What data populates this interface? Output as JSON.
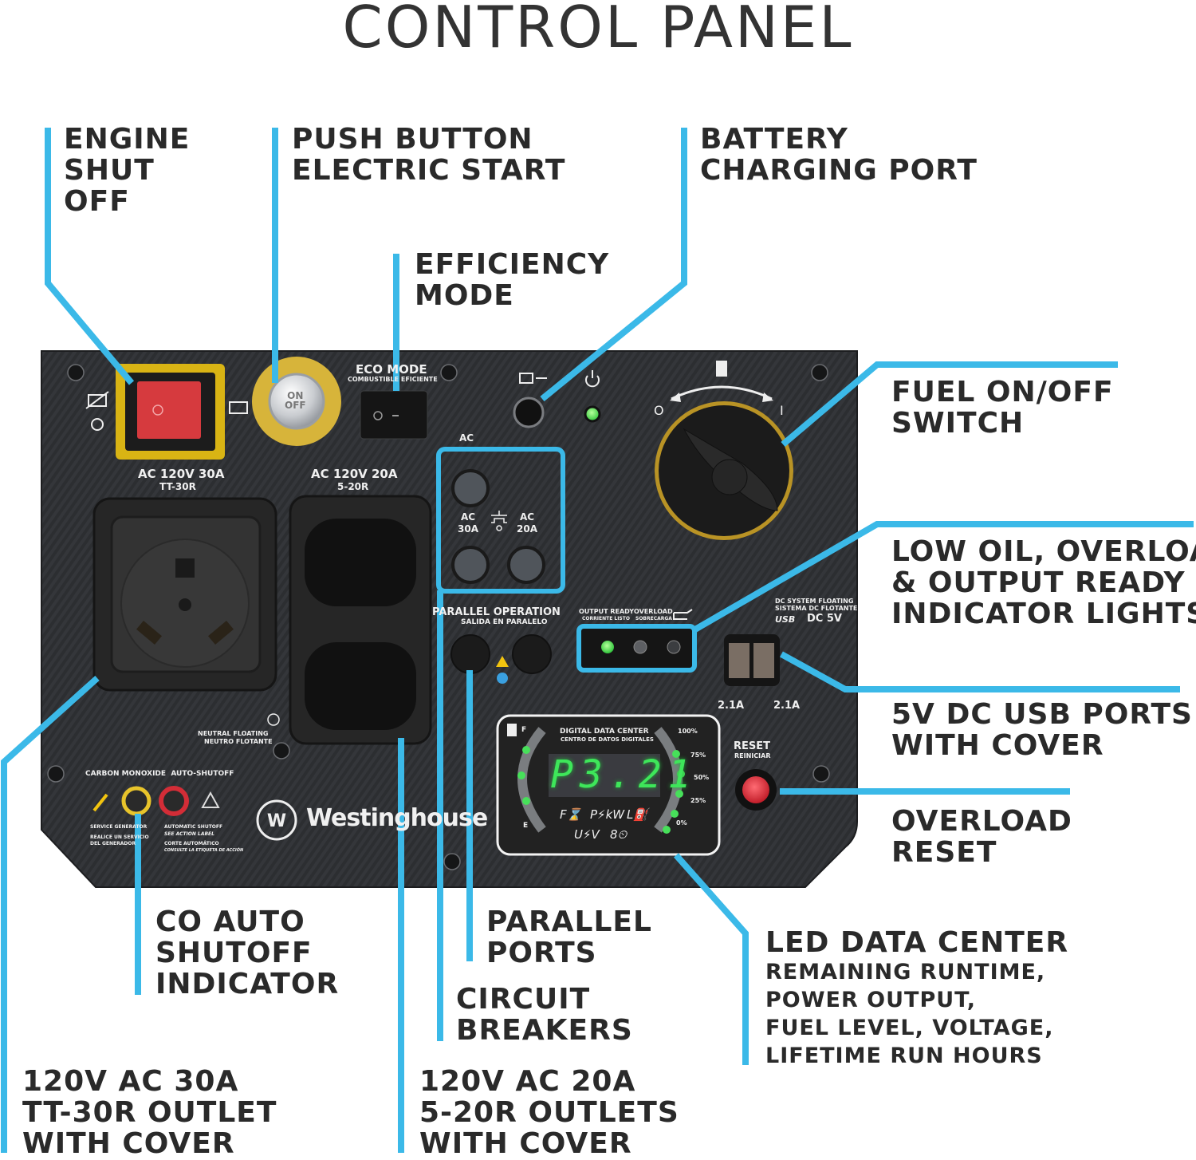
{
  "title": "CONTROL PANEL",
  "accent_color": "#3bb9e8",
  "callouts": {
    "engine_shutoff": [
      "ENGINE",
      "SHUT",
      "OFF"
    ],
    "push_button_start": [
      "PUSH BUTTON",
      "ELECTRIC START"
    ],
    "battery_charging": [
      "BATTERY",
      "CHARGING PORT"
    ],
    "efficiency_mode": [
      "EFFICIENCY",
      "MODE"
    ],
    "fuel_switch": [
      "FUEL ON/OFF",
      "SWITCH"
    ],
    "indicator_lights": [
      "LOW OIL, OVERLOAD",
      "& OUTPUT READY",
      "INDICATOR LIGHTS"
    ],
    "usb_ports": [
      "5V DC USB PORTS",
      "WITH COVER"
    ],
    "overload_reset": [
      "OVERLOAD",
      "RESET"
    ],
    "led_data_center": {
      "heading": "LED DATA CENTER",
      "details": [
        "REMAINING RUNTIME,",
        "POWER OUTPUT,",
        "FUEL LEVEL, VOLTAGE,",
        "LIFETIME RUN HOURS"
      ]
    },
    "co_shutoff": [
      "CO AUTO",
      "SHUTOFF",
      "INDICATOR"
    ],
    "parallel_ports": [
      "PARALLEL",
      "PORTS"
    ],
    "circuit_breakers": [
      "CIRCUIT",
      "BREAKERS"
    ],
    "outlet_30a": [
      "120V AC 30A",
      "TT-30R OUTLET",
      "WITH COVER"
    ],
    "outlet_20a": [
      "120V AC 20A",
      "5-20R OUTLETS",
      "WITH COVER"
    ]
  },
  "panel": {
    "eco_mode": "ECO MODE",
    "eco_mode_es": "COMBUSTIBLE EFICIENTE",
    "start_button": [
      "ON",
      "OFF"
    ],
    "outlet_30a_label": "AC 120V 30A",
    "outlet_30a_type": "TT-30R",
    "outlet_20a_label": "AC 120V 20A",
    "outlet_20a_type": "5-20R",
    "breaker_group_label": "AC",
    "breaker_30a": [
      "AC",
      "30A"
    ],
    "breaker_20a": [
      "AC",
      "20A"
    ],
    "parallel_operation": "PARALLEL OPERATION",
    "parallel_operation_es": "SALIDA EN PARALELO",
    "output_ready": "OUTPUT READY",
    "output_ready_es": "CORRIENTE LISTO",
    "overload": "OVERLOAD",
    "overload_es": "SOBRECARGA",
    "dc_system": "DC SYSTEM FLOATING",
    "dc_system_es": "SISTEMA DC FLOTANTE",
    "usb_label": "USB",
    "dc_5v": "DC 5V",
    "usb_amp_left": "2.1A",
    "usb_amp_right": "2.1A",
    "reset": "RESET",
    "reset_es": "REINICIAR",
    "neutral_floating": "NEUTRAL FLOATING",
    "neutral_floating_es": "NEUTRO FLOTANTE",
    "co_title": "CARBON MONOXIDE  AUTO-SHUTOFF",
    "service_generator": "SERVICE GENERATOR",
    "service_generator_es": [
      "REALICE UN SERVICIO",
      "DEL GENERADOR"
    ],
    "automatic_shutoff": "AUTOMATIC SHUTOFF",
    "see_action_label": "SEE ACTION LABEL",
    "corte_automatico": "CORTE AUTOMÁTICO",
    "consulte": "CONSULTE LA ETIQUETA DE ACCIÓN",
    "brand": "Westinghouse",
    "fuel_off_mark": "O",
    "fuel_on_mark": "I",
    "data_center": {
      "title": "DIGITAL DATA CENTER",
      "title_es": "CENTRO DE DATOS DIGITALES",
      "display_value": "P3.21",
      "fuel_full": "F",
      "fuel_empty": "E",
      "load_scale": [
        "100%",
        "75%",
        "50%",
        "25%",
        "0%"
      ],
      "mode_row1": [
        "F⌛",
        "P⚡kW",
        "L⛽"
      ],
      "mode_row2": [
        "U⚡V",
        "8⏲"
      ],
      "fuel_level_leds_lit": 3,
      "load_level_leds_lit": 5
    }
  }
}
